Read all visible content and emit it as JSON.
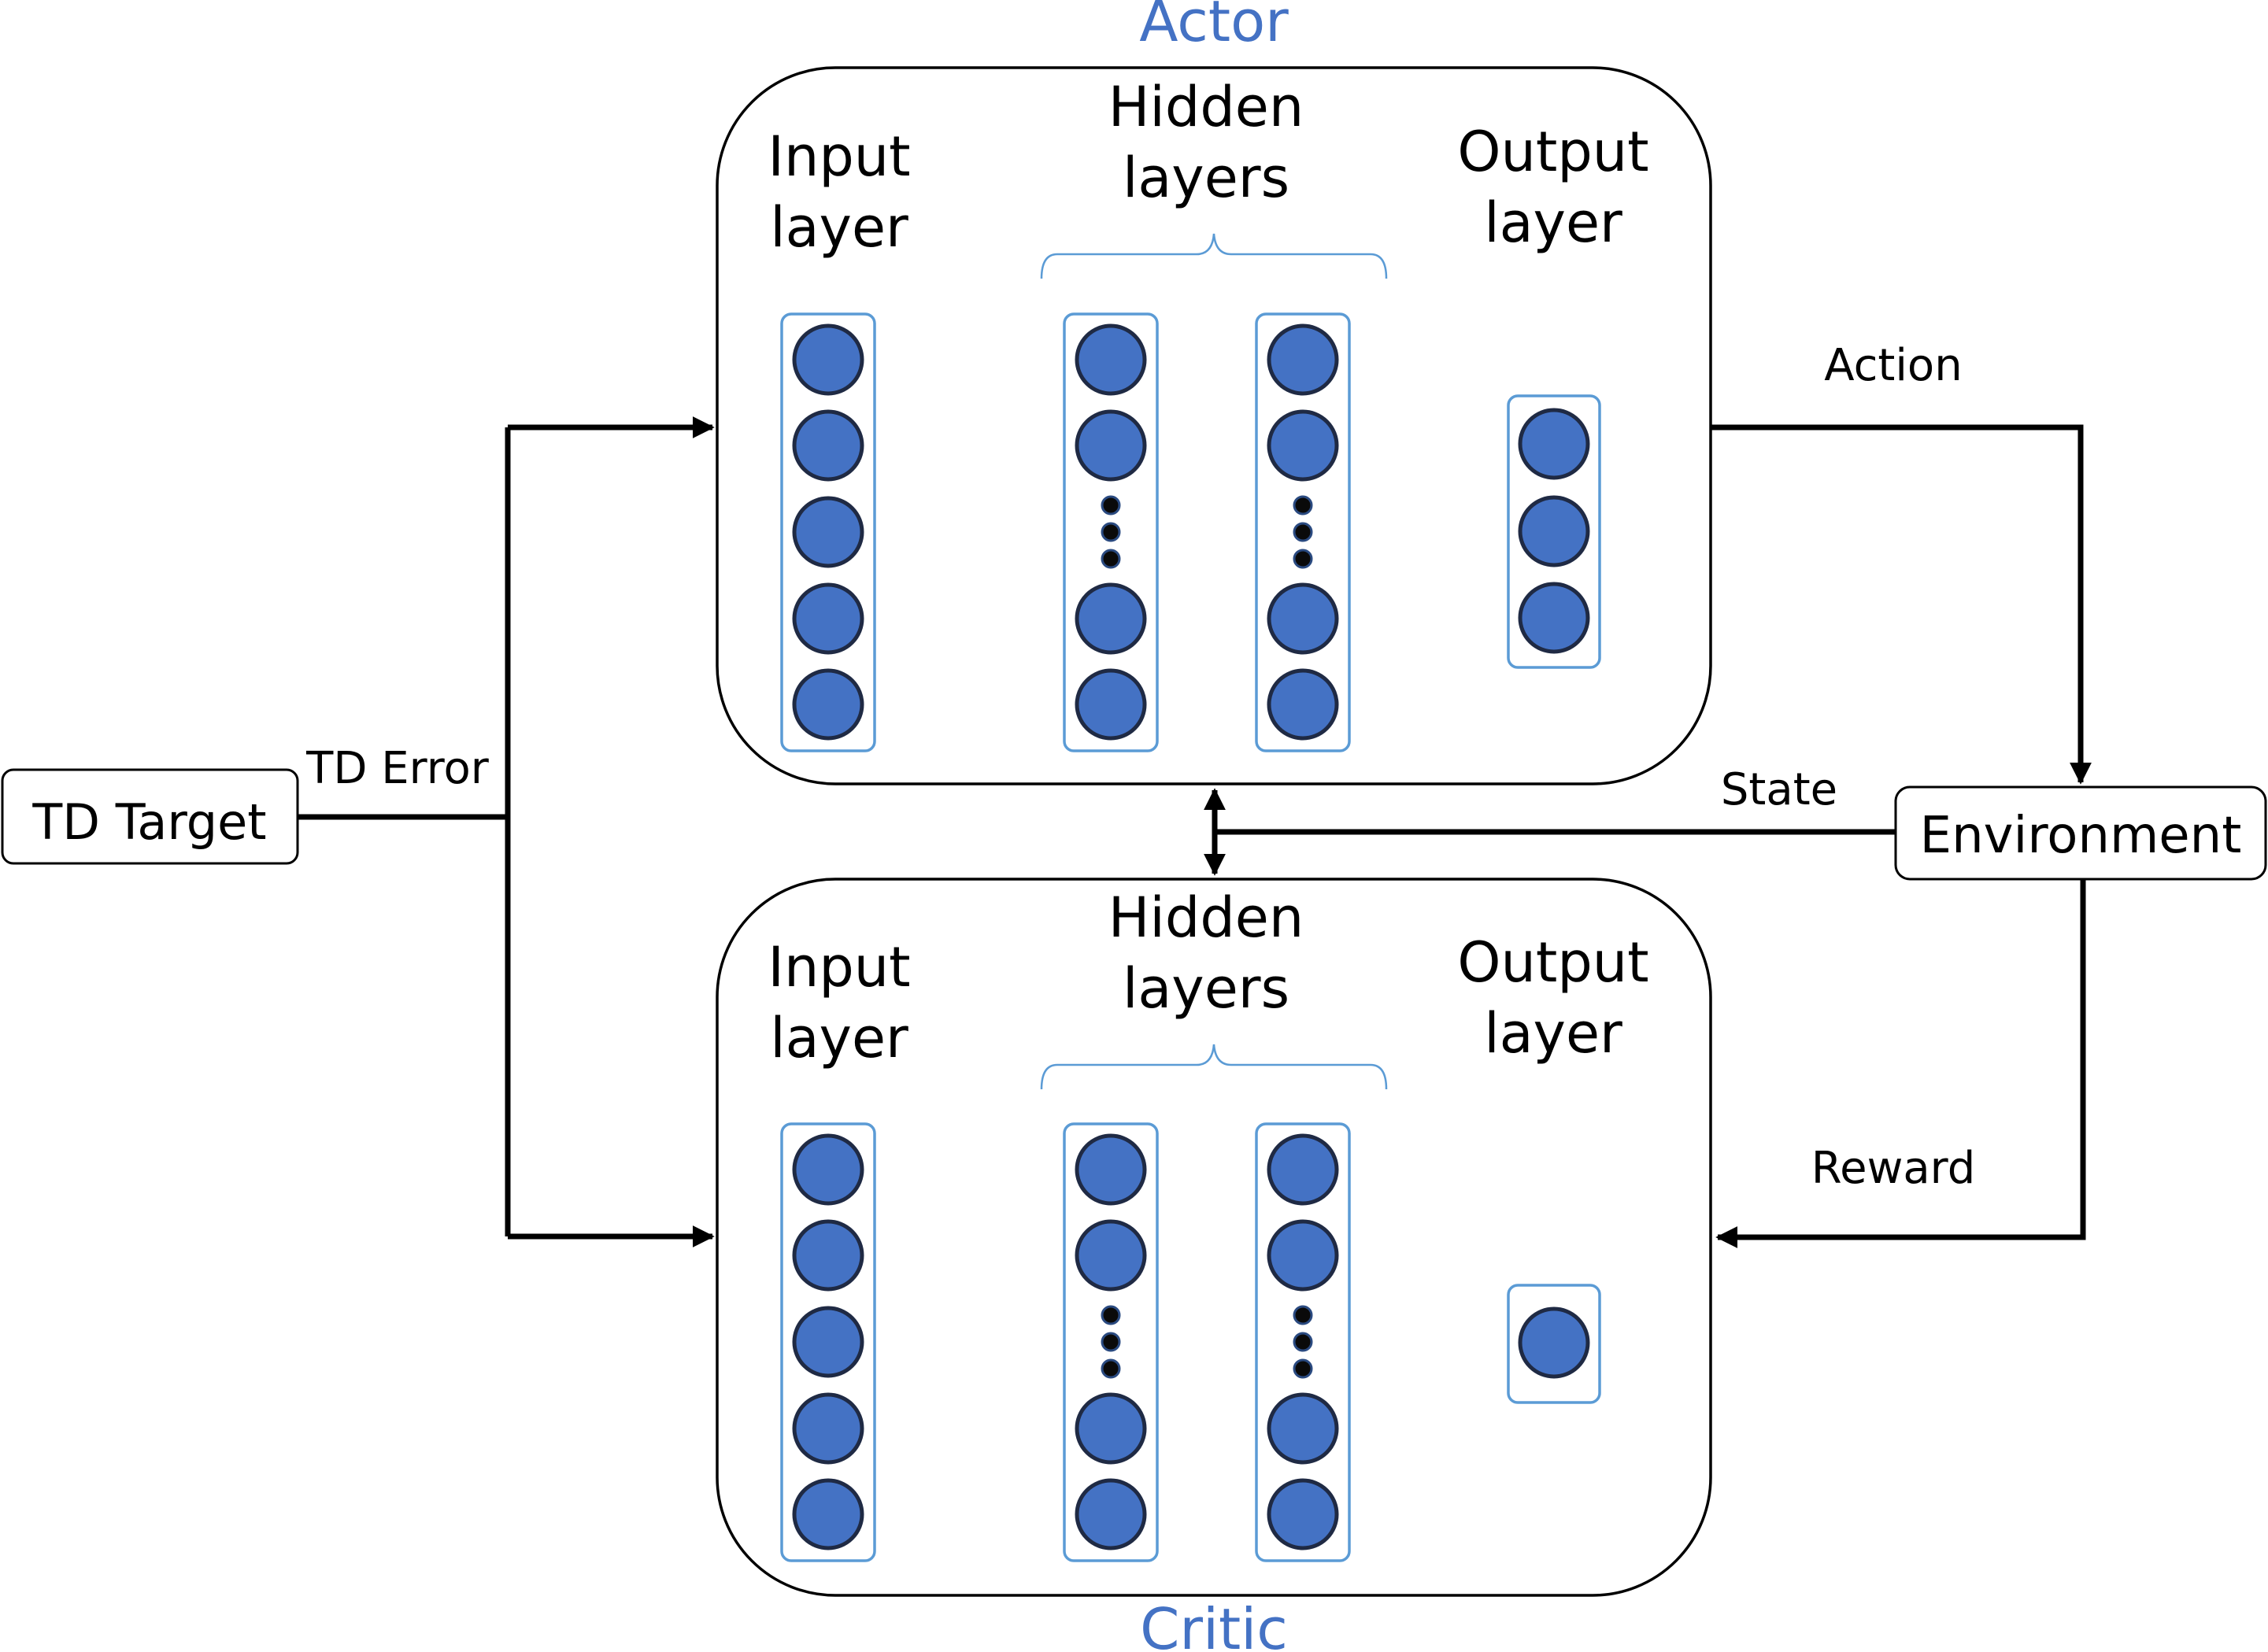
{
  "actor": {
    "title": "Actor",
    "input_label": [
      "Input",
      "layer"
    ],
    "hidden_label": [
      "Hidden",
      "layers"
    ],
    "output_label": [
      "Output",
      "layer"
    ],
    "output_nodes": 3
  },
  "critic": {
    "title": "Critic",
    "input_label": [
      "Input",
      "layer"
    ],
    "hidden_label": [
      "Hidden",
      "layers"
    ],
    "output_label": [
      "Output",
      "layer"
    ],
    "output_nodes": 1
  },
  "td_target": {
    "label": "TD Target"
  },
  "environment": {
    "label": "Environment"
  },
  "edges": {
    "td_error": "TD Error",
    "action": "Action",
    "state": "State",
    "reward": "Reward"
  },
  "colors": {
    "title_accent": "#4472c4",
    "node_fill": "#4472c4",
    "layer_outline": "#5b9bd5"
  }
}
